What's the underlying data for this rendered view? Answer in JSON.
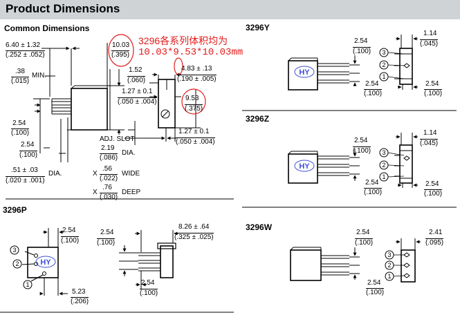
{
  "header": {
    "title": "Product Dimensions"
  },
  "common": {
    "title": "Common Dimensions",
    "length": "6.40 ± 1.32",
    "length_in": "(.252 ± .052)",
    "min": ".38",
    "min_in": "(.015)",
    "min_label": "MIN.",
    "height": "10.03",
    "height_in": "(.395)",
    "pin_len": "1.52",
    "pin_len_in": "(.060)",
    "body_w": "4.83 ± .13",
    "body_w_in": "(.190 ± .005)",
    "slot_off": "1.27 ± 0.1",
    "slot_off_in": "(.050 ± .004)",
    "depth": "9.53",
    "depth_in": "(.375)",
    "pitch": "2.54",
    "pitch_in": "(.100)",
    "pitch2": "2.54",
    "pitch2_in": "(.100)",
    "pin_off": "1.27 ± 0.1",
    "pin_off_in": "(.050 ± .004)",
    "pin_dia": ".51 ± .03",
    "pin_dia_in": "(.020 ± .001)",
    "dia_label": "DIA.",
    "adj_slot": "ADJ. SLOT",
    "slot_dia": "2.19",
    "slot_dia_in": "(.086)",
    "slot_dia_label": "DIA.",
    "x1": "X",
    "slot_wide": ".56",
    "slot_wide_in": "(.022)",
    "slot_wide_label": "WIDE",
    "x2": "X",
    "slot_deep": ".76",
    "slot_deep_in": "(.030)",
    "slot_deep_label": "DEEP"
  },
  "note": {
    "line1": "3296各系列体积均为",
    "line2": "10.03*9.53*10.03mm"
  },
  "y": {
    "title": "3296Y",
    "d1": "2.54",
    "d1_in": "(.100)",
    "d2": "2.54",
    "d2_in": "(.100)",
    "d3": "2.54",
    "d3_in": "(.100)",
    "w": "1.14",
    "w_in": "(.045)"
  },
  "z": {
    "title": "3296Z",
    "d1": "2.54",
    "d1_in": "(.100)",
    "d2": "2.54",
    "d2_in": "(.100)",
    "d3": "2.54",
    "d3_in": "(.100)",
    "w": "1.14",
    "w_in": "(.045)"
  },
  "p": {
    "title": "3296P",
    "d1": "2.54",
    "d1_in": "(.100)",
    "d2": "5.23",
    "d2_in": "(.206)",
    "d3": "2.54",
    "d3_in": "(.100)",
    "d4": "8.26 ± .64",
    "d4_in": "(.325 ± .025)",
    "d5": "2.54",
    "d5_in": "(.100)"
  },
  "w": {
    "title": "3296W",
    "d1": "2.54",
    "d1_in": "(.100)",
    "d2": "2.41",
    "d2_in": "(.095)",
    "d3": "2.54",
    "d3_in": "(.100)"
  },
  "pins": {
    "one": "1",
    "two": "2",
    "three": "3"
  },
  "logo": "HY",
  "colors": {
    "header_bg": "#cfd3d6",
    "annotation": "#e21b1b",
    "line": "#000000",
    "logo": "#3d4fd8"
  }
}
